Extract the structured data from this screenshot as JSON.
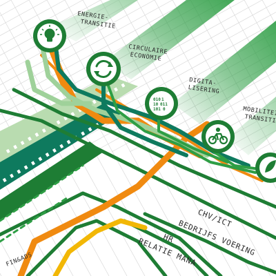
{
  "colors": {
    "dark_green": "#1e7d34",
    "mid_green": "#2e9e45",
    "teal": "#0e7a5e",
    "light_green": "#b9dcb0",
    "orange": "#f08a10",
    "yellow": "#f2b705",
    "grid": "#d9d9d9"
  },
  "hubs": [
    {
      "id": "hub-energy",
      "icon": "lightbulb-icon",
      "label_lines": [
        "ENERGIE-",
        "TRANSITIE"
      ]
    },
    {
      "id": "hub-circular",
      "icon": "recycle-arrows-icon",
      "label_lines": [
        "CIRCULAIRE",
        "ECONOMIE"
      ]
    },
    {
      "id": "hub-digital",
      "icon": "binary-code-icon",
      "label_lines": [
        "DIGITA-",
        "LISERING"
      ]
    },
    {
      "id": "hub-mobility",
      "icon": "bicycle-icon",
      "label_lines": [
        "MOBILITEIT",
        "TRANSITIE"
      ]
    },
    {
      "id": "hub-partial",
      "icon": "leaf-icon",
      "label_lines": []
    }
  ],
  "bottom_labels": [
    {
      "id": "label-ict",
      "text": "CHV/ICT"
    },
    {
      "id": "label-bedrijfsvoering",
      "text": "BEDRIJFS VOERING"
    },
    {
      "id": "label-hr",
      "text": "HR"
    },
    {
      "id": "label-relatiemanagement",
      "text": "RELATIE MANA"
    }
  ],
  "corner_text": "FIN&ADS"
}
